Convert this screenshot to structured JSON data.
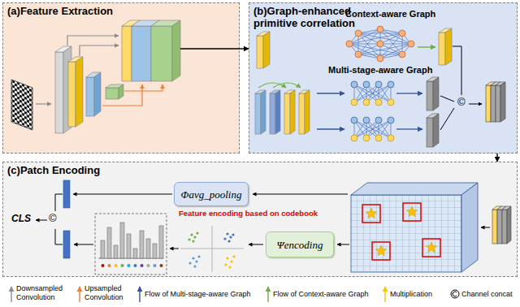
{
  "diagram": {
    "nodes": [
      {
        "text": [
          "(a)Feature Extraction"
        ]
      },
      {
        "text": [
          "(b)Graph-enhanced primitive correlation"
        ]
      },
      {
        "text": [
          "(c)Patch Encoding"
        ]
      },
      {
        "text": [
          "Φavg_pooling"
        ],
        "in": 2
      },
      {
        "text": [
          "Ψencoding"
        ],
        "in": 2
      }
    ],
    "edges": [
      {
        "from": 0,
        "to": 1,
        "arrow": "to"
      },
      {
        "from": 1,
        "to": 2,
        "arrow": "to"
      }
    ],
    "labels": [
      "Context-aware Graph",
      "Multi-stage-aware Graph",
      "©",
      "Feature encoding based on codebook",
      "CLS",
      "©"
    ],
    "legend": [
      {
        "text": "Downsampled Convolution"
      },
      {
        "text": "Upsampled Convolution"
      },
      {
        "text": "Flow of Multi-stage-aware Graph"
      },
      {
        "text": "Flow of Context-aware Graph"
      },
      {
        "text": "Multiplication"
      },
      {
        "text": "Channel concat"
      }
    ]
  }
}
